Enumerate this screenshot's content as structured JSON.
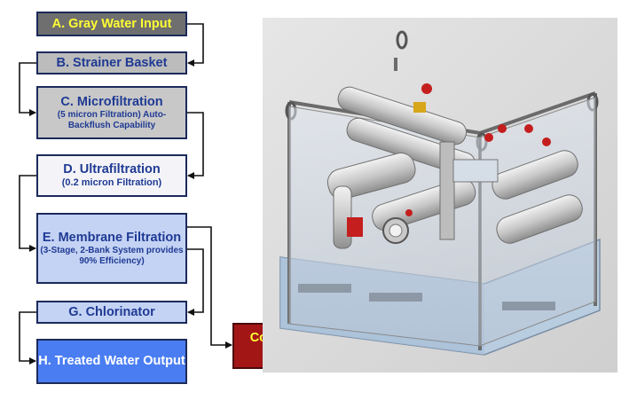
{
  "steps": [
    {
      "id": "a",
      "title": "A. Gray Water Input"
    },
    {
      "id": "b",
      "title": "B. Strainer Basket"
    },
    {
      "id": "c",
      "title": "C. Microfiltration",
      "sub": "(5 micron Filtration)  Auto-Backflush Capability"
    },
    {
      "id": "d",
      "title": "D. Ultrafiltration",
      "sub": "(0.2 micron Filtration)"
    },
    {
      "id": "e",
      "title": "E. Membrane Filtration",
      "sub": "(3-Stage, 2-Bank System provides 90% Efficiency)"
    },
    {
      "id": "g",
      "title": "G. Chlorinator"
    },
    {
      "id": "h",
      "title": "H. Treated Water Output"
    }
  ],
  "concentrate": {
    "label": "Concentrate Output"
  },
  "colors": {
    "box_border": "#1c2a5a",
    "text_blue": "#1f3a93",
    "text_yellow": "#ffff33",
    "box_a_fill": "#6f6f6f",
    "box_gray_fill": "#c8c8c8",
    "box_light_blue_fill": "#c4d3f4",
    "box_output_fill": "#4a7df2",
    "concentrate_fill": "#a31616"
  },
  "image": {
    "subject": "skid-mounted gray water treatment unit"
  }
}
